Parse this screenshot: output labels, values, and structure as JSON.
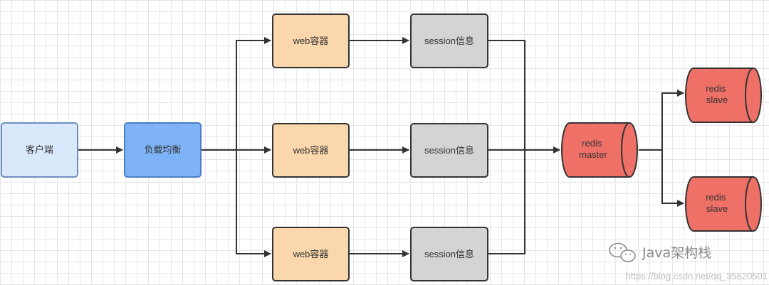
{
  "nodes": {
    "client": "客户端",
    "load_balancer": "负载均衡",
    "web_container_1": "web容器",
    "web_container_2": "web容器",
    "web_container_3": "web容器",
    "session_1": "session信息",
    "session_2": "session信息",
    "session_3": "session信息",
    "redis_master": [
      "redis",
      "master"
    ],
    "redis_slave_1": [
      "redis",
      "slave"
    ],
    "redis_slave_2": [
      "redis",
      "slave"
    ]
  },
  "watermark": {
    "brand": "Java架构栈",
    "url": "https://blog.csdn.net/qq_35620501"
  },
  "colors": {
    "client_fill": "#dae8fc",
    "client_stroke": "#6c8ebf",
    "lb_fill": "#7eb3f7",
    "lb_stroke": "#4a7ec4",
    "web_fill": "#fad7ac",
    "web_stroke": "#b46504",
    "session_fill": "#d4d4d4",
    "session_stroke": "#666666",
    "redis_fill": "#ef7067",
    "redis_stroke": "#b85450",
    "edge": "#333333"
  }
}
